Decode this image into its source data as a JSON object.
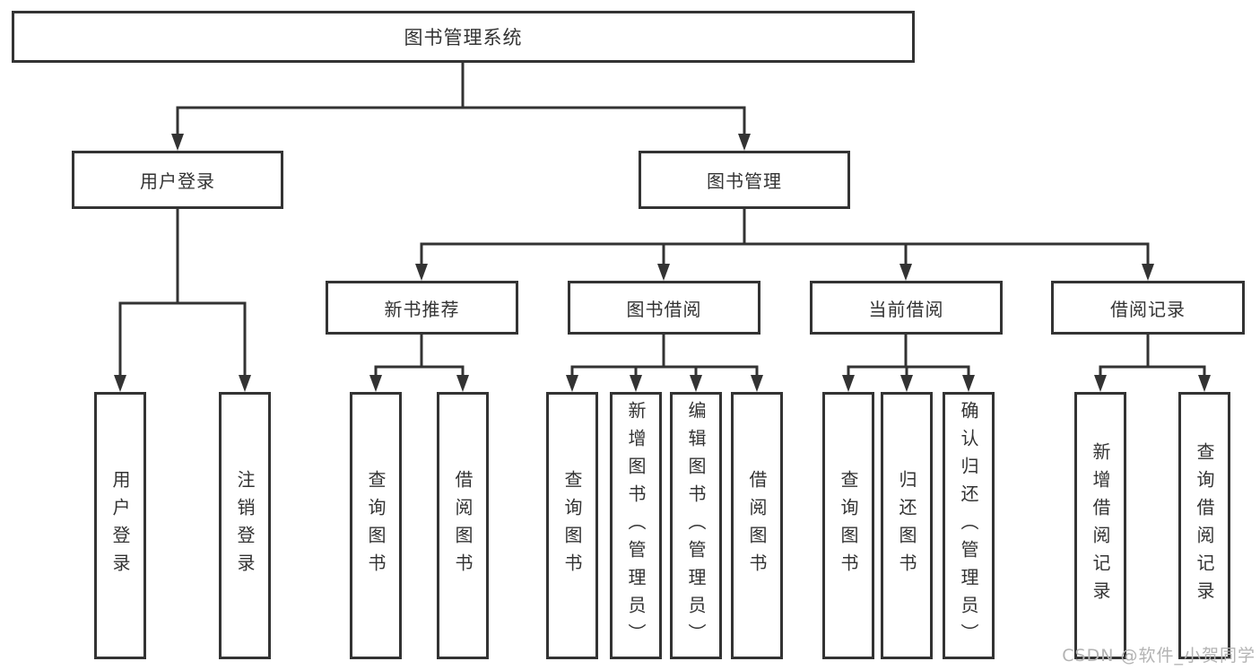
{
  "diagram_type": "tree-structure-chart",
  "tree": {
    "root": {
      "label": "图书管理系统",
      "children": [
        {
          "label": "用户登录",
          "children": [
            {
              "label": "用户登录"
            },
            {
              "label": "注销登录"
            }
          ]
        },
        {
          "label": "图书管理",
          "children": [
            {
              "label": "新书推荐",
              "children": [
                {
                  "label": "查询图书"
                },
                {
                  "label": "借阅图书"
                }
              ]
            },
            {
              "label": "图书借阅",
              "children": [
                {
                  "label": "查询图书"
                },
                {
                  "label": "新增图书（管理员）"
                },
                {
                  "label": "编辑图书（管理员）"
                },
                {
                  "label": "借阅图书"
                }
              ]
            },
            {
              "label": "当前借阅",
              "children": [
                {
                  "label": "查询图书"
                },
                {
                  "label": "归还图书"
                },
                {
                  "label": "确认归还（管理员）"
                }
              ]
            },
            {
              "label": "借阅记录",
              "children": [
                {
                  "label": "新增借阅记录"
                },
                {
                  "label": "查询借阅记录"
                }
              ]
            }
          ]
        }
      ]
    }
  },
  "watermark": "CSDN @软件_小贺同学",
  "colors": {
    "line": "#333333",
    "box_border": "#333333",
    "box_fill": "#ffffff",
    "text": "#333333",
    "watermark": "#b3b3b3",
    "background": "#ffffff"
  }
}
